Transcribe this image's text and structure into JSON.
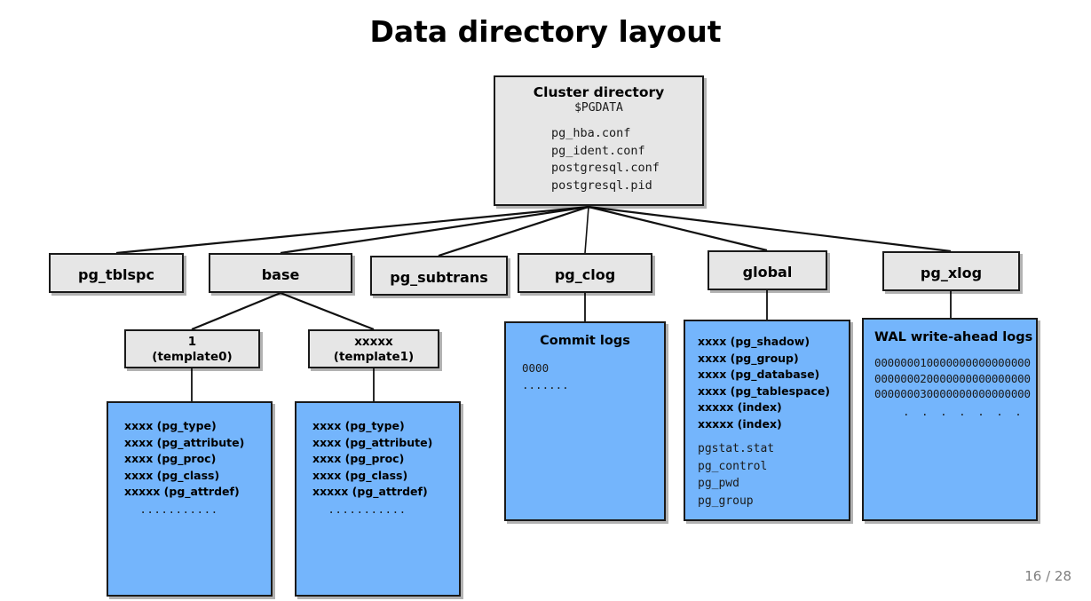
{
  "slide": {
    "title": "Data directory layout",
    "page_label": "16 / 28",
    "colors": {
      "gray_box": "#e6e6e6",
      "blue_box": "#74b5fc",
      "border": "#1a1a1a",
      "page_number": "#7f7f7f"
    }
  },
  "cluster": {
    "title": "Cluster directory",
    "subtitle": "$PGDATA",
    "files": "pg_hba.conf\npg_ident.conf\npostgresql.conf\npostgresql.pid"
  },
  "level2": {
    "pg_tblspc": "pg_tblspc",
    "base": "base",
    "pg_subtrans": "pg_subtrans",
    "pg_clog": "pg_clog",
    "global": "global",
    "pg_xlog": "pg_xlog"
  },
  "templates": {
    "template0": {
      "line1": "1",
      "line2": "(template0)"
    },
    "template1": {
      "line1": "xxxxx",
      "line2": "(template1)"
    }
  },
  "leaves": {
    "template0_tables": {
      "entries": "xxxx (pg_type)\nxxxx (pg_attribute)\nxxxx (pg_proc)\nxxxx (pg_class)\nxxxxx (pg_attrdef)",
      "ellipsis": "..........."
    },
    "template1_tables": {
      "entries": "xxxx (pg_type)\nxxxx (pg_attribute)\nxxxx (pg_proc)\nxxxx (pg_class)\nxxxxx (pg_attrdef)",
      "ellipsis": "..........."
    },
    "commit_logs": {
      "title": "Commit logs",
      "body": "0000\n......."
    },
    "global_files": {
      "entries": "xxxx (pg_shadow)\nxxxx (pg_group)\nxxxx (pg_database)\nxxxx (pg_tablespace)\nxxxxx (index)\nxxxxx (index)",
      "files": "pgstat.stat\npg_control\npg_pwd\npg_group"
    },
    "wal_logs": {
      "title": "WAL write-ahead logs",
      "segments": "000000010000000000000000\n000000020000000000000000\n000000030000000000000000",
      "ellipsis": ". . . . . . . . . . . ."
    }
  }
}
